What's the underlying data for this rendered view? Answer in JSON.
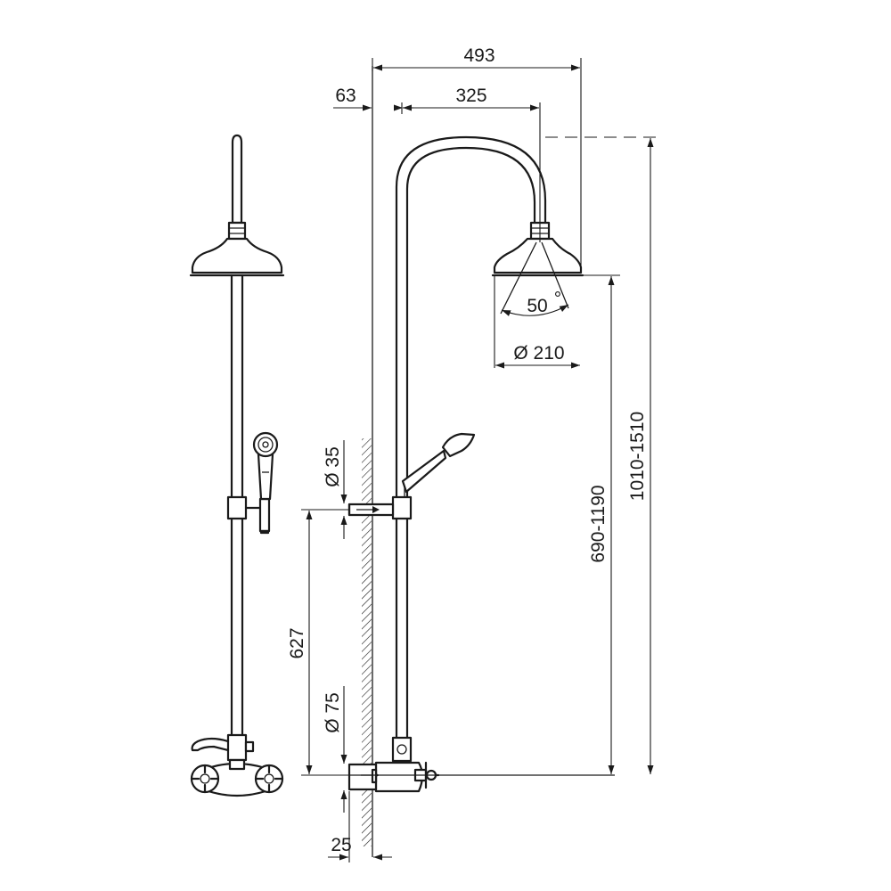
{
  "dimensions": {
    "total_width": "493",
    "wall_offset": "63",
    "arm_reach": "325",
    "head_diameter": "Ø 210",
    "spray_angle": "50",
    "degree_symbol": "°",
    "total_height": "1010-1510",
    "head_height": "690-1190",
    "bracket_diameter": "Ø 35",
    "flange_diameter": "Ø 75",
    "bracket_spacing": "627",
    "wall_gap": "25"
  }
}
